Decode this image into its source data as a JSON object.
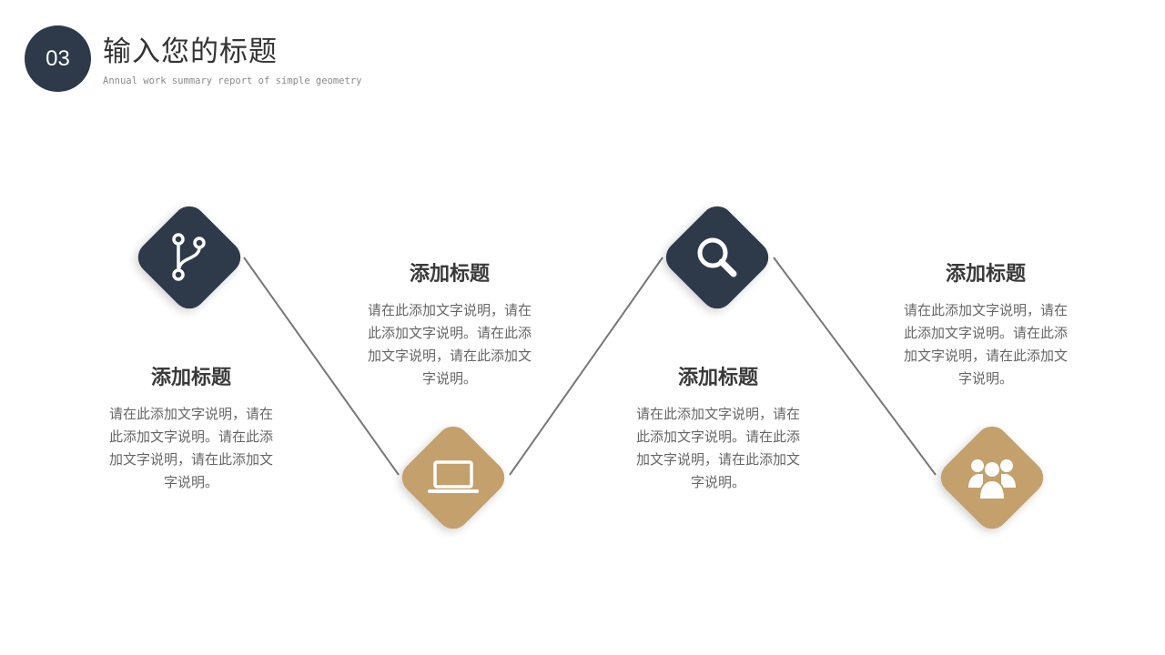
{
  "header": {
    "number": "03",
    "title": "输入您的标题",
    "subtitle": "Annual work summary report of simple geometry"
  },
  "colors": {
    "dark": "#2e3a4a",
    "gold": "#c4a06d",
    "connector": "#777777"
  },
  "steps": [
    {
      "icon": "branch-icon",
      "heading": "添加标题",
      "text": "请在此添加文字说明，请在此添加文字说明。请在此添加文字说明，请在此添加文字说明。"
    },
    {
      "icon": "laptop-icon",
      "heading": "添加标题",
      "text": "请在此添加文字说明，请在此添加文字说明。请在此添加文字说明，请在此添加文字说明。"
    },
    {
      "icon": "search-icon",
      "heading": "添加标题",
      "text": "请在此添加文字说明，请在此添加文字说明。请在此添加文字说明，请在此添加文字说明。"
    },
    {
      "icon": "team-icon",
      "heading": "添加标题",
      "text": "请在此添加文字说明，请在此添加文字说明。请在此添加文字说明，请在此添加文字说明。"
    }
  ]
}
